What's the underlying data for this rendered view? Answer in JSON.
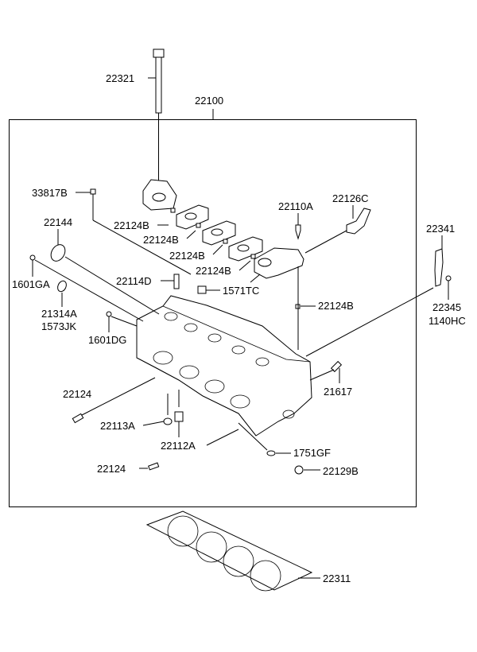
{
  "diagram": {
    "assembly_label": "22100",
    "labels": {
      "bolt_22321": "22321",
      "assembly": "22100",
      "plug_33817B": "33817B",
      "bolt_22124B_1": "22124B",
      "bolt_22124B_2": "22124B",
      "bolt_22124B_3": "22124B",
      "bolt_22124B_4": "22124B",
      "seal_22144": "22144",
      "plug_1601GA": "1601GA",
      "seal_21314A": "21314A",
      "seal_1573JK": "1573JK",
      "pin_22114D": "22114D",
      "plug_1571TC": "1571TC",
      "plug_1601DG": "1601DG",
      "bolt_22110A": "22110A",
      "fitting_22126C": "22126C",
      "bracket_22341": "22341",
      "bolt_22124B_5": "22124B",
      "nut_22345": "22345",
      "nut_1140HC": "1140HC",
      "stud_21617": "21617",
      "stud_22124_1": "22124",
      "seal_22113A": "22113A",
      "seal_22112A": "22112A",
      "ring_1751GF": "1751GF",
      "stud_22124_2": "22124",
      "plug_22129B": "22129B",
      "gasket_22311": "22311"
    }
  }
}
